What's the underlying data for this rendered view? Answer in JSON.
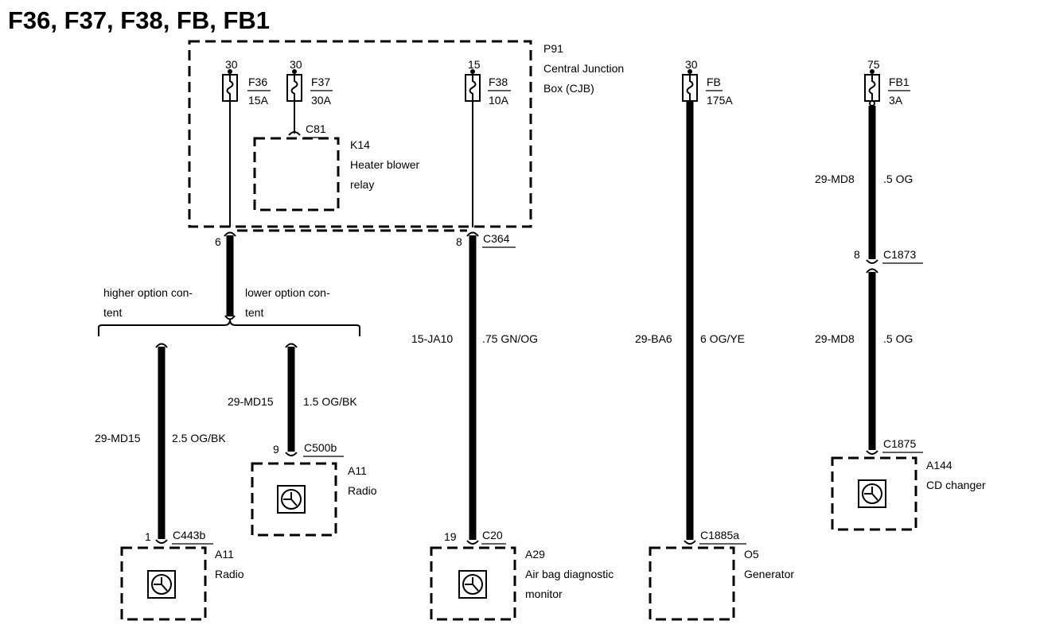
{
  "title": "F36, F37, F38, FB, FB1",
  "cjb": {
    "id": "P91",
    "name_line1": "Central Junction",
    "name_line2": "Box (CJB)"
  },
  "fuses": [
    {
      "id": "F36",
      "supply": "30",
      "rating": "15A"
    },
    {
      "id": "F37",
      "supply": "30",
      "rating": "30A"
    },
    {
      "id": "F38",
      "supply": "15",
      "rating": "10A"
    },
    {
      "id": "FB",
      "supply": "30",
      "rating": "175A"
    },
    {
      "id": "FB1",
      "supply": "75",
      "rating": "3A"
    }
  ],
  "relay": {
    "connector": "C81",
    "id": "K14",
    "name_line1": "Heater blower",
    "name_line2": "relay"
  },
  "connectors": {
    "c364": "C364",
    "pin_6": "6",
    "pin_8": "8",
    "c1873": "C1873",
    "c1873_pin": "8",
    "c443b": "C443b",
    "c443b_pin": "1",
    "c500b": "C500b",
    "c500b_pin": "9",
    "c20": "C20",
    "c20_pin": "19",
    "c1885a": "C1885a",
    "c1875": "C1875"
  },
  "options": {
    "higher_line1": "higher option con-",
    "higher_line2": "tent",
    "lower_line1": "lower option con-",
    "lower_line2": "tent"
  },
  "wires": [
    {
      "circuit": "29-MD15",
      "spec": "2.5 OG/BK"
    },
    {
      "circuit": "29-MD15",
      "spec": "1.5 OG/BK"
    },
    {
      "circuit": "15-JA10",
      "spec": ".75 GN/OG"
    },
    {
      "circuit": "29-BA6",
      "spec": "6 OG/YE"
    },
    {
      "circuit": "29-MD8",
      "spec": ".5 OG"
    },
    {
      "circuit": "29-MD8",
      "spec": ".5 OG"
    }
  ],
  "components": [
    {
      "id": "A11",
      "name": "Radio"
    },
    {
      "id": "A11",
      "name": "Radio"
    },
    {
      "id": "A29",
      "name_line1": "Air bag diagnostic",
      "name_line2": "monitor"
    },
    {
      "id": "O5",
      "name": "Generator"
    },
    {
      "id": "A144",
      "name": "CD changer"
    }
  ]
}
